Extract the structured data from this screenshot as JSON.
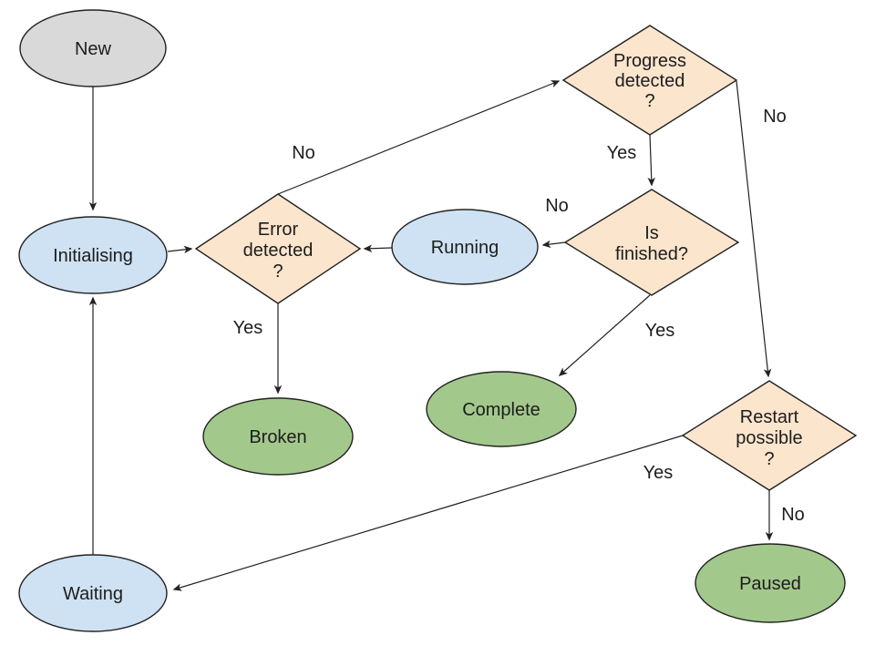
{
  "diagram": {
    "background": "#ffffff",
    "colors": {
      "new_state": "#d9d9d9",
      "process_state": "#cfe2f3",
      "terminal_state": "#a3c88c",
      "decision": "#fce5cd",
      "stroke": "#222222"
    },
    "nodes": {
      "new": {
        "label": "New"
      },
      "initialising": {
        "label": "Initialising"
      },
      "running": {
        "label": "Running"
      },
      "waiting": {
        "label": "Waiting"
      },
      "broken": {
        "label": "Broken"
      },
      "complete": {
        "label": "Complete"
      },
      "paused": {
        "label": "Paused"
      },
      "error_detected": {
        "line1": "Error",
        "line2": "detected",
        "line3": "?"
      },
      "progress_detected": {
        "line1": "Progress",
        "line2": "detected",
        "line3": "?"
      },
      "is_finished": {
        "line1": "Is",
        "line2": "finished?"
      },
      "restart_possible": {
        "line1": "Restart",
        "line2": "possible",
        "line3": "?"
      }
    },
    "edge_labels": {
      "error_to_progress": "No",
      "error_to_broken": "Yes",
      "progress_to_finished": "Yes",
      "progress_to_restart": "No",
      "finished_to_running": "No",
      "finished_to_complete": "Yes",
      "restart_to_waiting": "Yes",
      "restart_to_paused": "No"
    }
  }
}
